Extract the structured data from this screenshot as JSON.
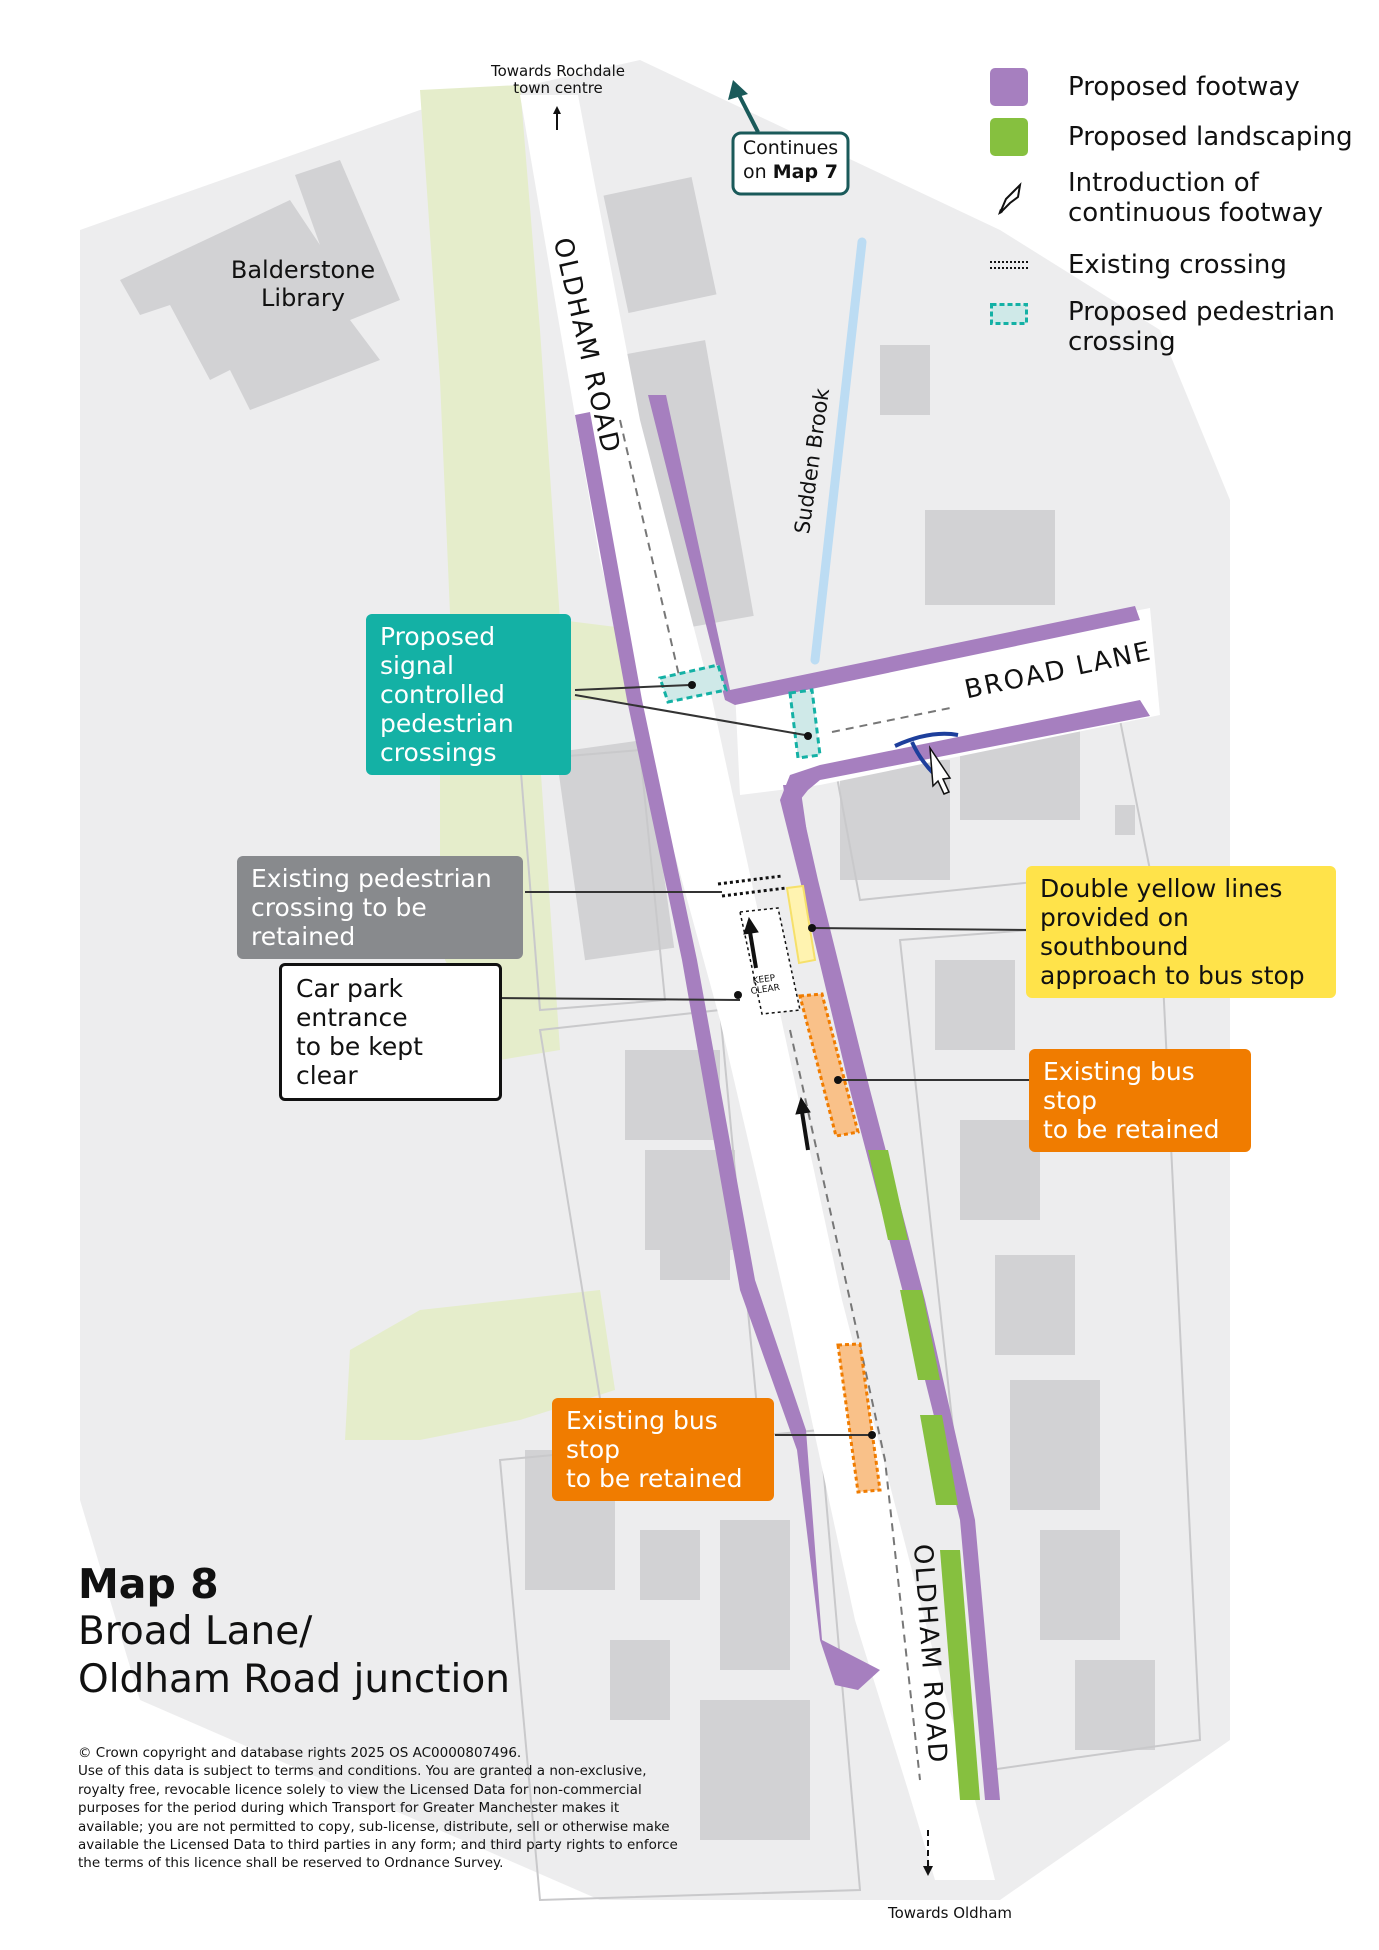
{
  "legend": [
    {
      "label": "Proposed footway",
      "kind": "swatch",
      "color": "#a67fbf"
    },
    {
      "label": "Proposed landscaping",
      "kind": "swatch",
      "color": "#86c03f"
    },
    {
      "label": "Introduction of\ncontinuous footway",
      "kind": "icon",
      "icon": "continuous-footway-icon"
    },
    {
      "label": "Existing crossing",
      "kind": "dotted",
      "color": "#111111"
    },
    {
      "label": "Proposed pedestrian\ncrossing",
      "kind": "dashed",
      "color": "#14b1a5"
    }
  ],
  "places": {
    "library": "Balderstone\nLibrary",
    "brook": "Sudden Brook",
    "towards_north": "Towards Rochdale\ntown centre",
    "towards_south": "Towards Oldham",
    "continues_prefix": "Continues\non ",
    "continues_map": "Map 7"
  },
  "roads": {
    "oldham_north": "OLDHAM ROAD",
    "oldham_south": "OLDHAM ROAD",
    "broad_lane": "BROAD LANE",
    "keep_clear": "KEEP\nCLEAR"
  },
  "callouts": {
    "signal_crossings": "Proposed signal\ncontrolled\npedestrian\ncrossings",
    "existing_crossing": "Existing pedestrian\ncrossing to be retained",
    "car_park": "Car park entrance\nto be kept clear",
    "double_yellow": "Double yellow lines\nprovided on southbound\napproach to bus stop",
    "bus_stop_east": "Existing bus stop\nto be retained",
    "bus_stop_west": "Existing bus stop\nto be retained"
  },
  "title": {
    "main": "Map 8",
    "sub": "Broad Lane/\nOldham Road junction"
  },
  "copyright": "© Crown copyright and database rights 2025 OS AC0000807496.\nUse of this data is subject to terms and conditions. You are granted a non-exclusive, royalty free, revocable licence solely to view the Licensed Data for non-commercial purposes for the period during which Transport for Greater Manchester makes it available; you are not permitted to copy, sub-license, distribute, sell or otherwise make available the Licensed Data to third parties in any form; and third party rights to enforce the terms of this licence shall be reserved to Ordnance Survey.",
  "colors": {
    "footway": "#a67fbf",
    "landscaping": "#86c03f",
    "green_space": "#e5edcb",
    "building": "#d2d2d4",
    "plot": "#ececed",
    "brook": "#bcdcf3",
    "bus_stop": "#f9c189",
    "teal": "#14b1a5"
  }
}
